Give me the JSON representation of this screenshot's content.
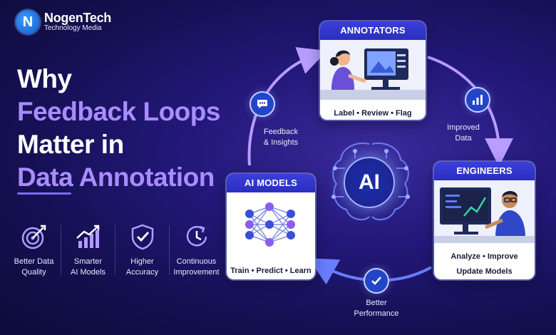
{
  "logo": {
    "mark": "N",
    "brand": "NogenTech",
    "subtitle": "Technology Media"
  },
  "headline": {
    "line1": "Why",
    "line2": "Feedback Loops",
    "line3": "Matter in",
    "line4": "Data Annotation"
  },
  "features": [
    {
      "icon": "target-icon",
      "line1": "Better Data",
      "line2": "Quality"
    },
    {
      "icon": "growth-chart-icon",
      "line1": "Smarter",
      "line2": "AI Models"
    },
    {
      "icon": "shield-check-icon",
      "line1": "Higher",
      "line2": "Accuracy"
    },
    {
      "icon": "refresh-clock-icon",
      "line1": "Continuous",
      "line2": "Improvement"
    }
  ],
  "cards": {
    "annotators": {
      "title": "ANNOTATORS",
      "footer": "Label • Review • Flag"
    },
    "engineers": {
      "title": "ENGINEERS",
      "footer_line1": "Analyze • Improve",
      "footer_line2": "Update Models"
    },
    "ai_models": {
      "title": "AI MODELS",
      "footer": "Train • Predict • Learn"
    }
  },
  "loop_labels": {
    "feedback_line1": "Feedback",
    "feedback_line2": "& Insights",
    "improved_line1": "Improved",
    "improved_line2": "Data",
    "performance_line1": "Better",
    "performance_line2": "Performance"
  },
  "core": {
    "label": "AI"
  },
  "colors": {
    "accent_purple": "#a98cff",
    "card_header_blue": "#2a2fbf",
    "background_dark": "#141050"
  }
}
